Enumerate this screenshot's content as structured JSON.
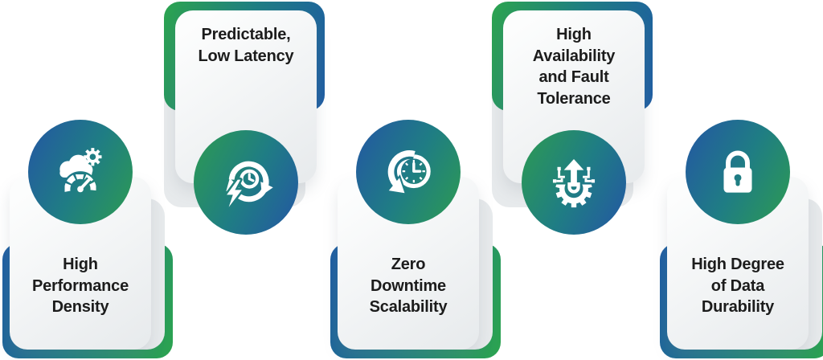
{
  "colors": {
    "pageBg": "#ffffff",
    "accentBlue": "#2456a4",
    "accentTeal": "#1f7d84",
    "accentGreen": "#2d9b51",
    "panelBlue": "#1e5ca3",
    "panelGreen": "#2ca44f",
    "cardFrom": "#fcfdfd",
    "cardTo": "#e8ebed",
    "midPanel": "#e7eaec",
    "iconFg": "#ffffff",
    "text": "#1c1c1c"
  },
  "cards": [
    {
      "position": "bottom",
      "icon": "cloud-performance-gauge-icon",
      "label": "High\nPerformance\nDensity"
    },
    {
      "position": "top",
      "icon": "latency-sync-clock-icon",
      "label": "Predictable,\nLow Latency"
    },
    {
      "position": "bottom",
      "icon": "downtime-clock-history-icon",
      "label": "Zero\nDowntime\nScalability"
    },
    {
      "position": "top",
      "icon": "availability-gear-arrow-icon",
      "label": "High\nAvailability\nand Fault\nTolerance"
    },
    {
      "position": "bottom",
      "icon": "data-durability-lock-icon",
      "label": "High Degree\nof Data\nDurability"
    }
  ]
}
